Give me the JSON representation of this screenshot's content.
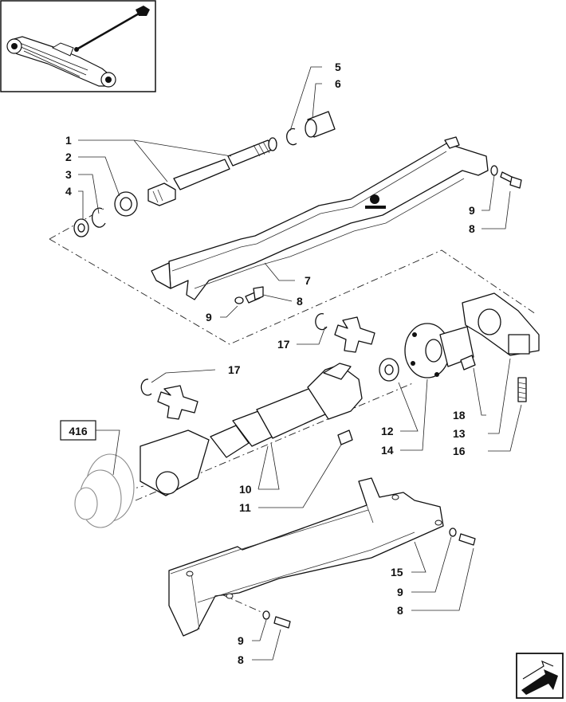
{
  "diagram": {
    "reference_box": "416",
    "labels": {
      "c1": "1",
      "c2": "2",
      "c3": "3",
      "c4": "4",
      "c5": "5",
      "c6": "6",
      "c7": "7",
      "c8a": "8",
      "c9a": "9",
      "c8b": "8",
      "c9b": "9",
      "c17a": "17",
      "c17b": "17",
      "c12": "12",
      "c14": "14",
      "c18": "18",
      "c13": "13",
      "c16": "16",
      "c10": "10",
      "c11": "11",
      "c15": "15",
      "c9c": "9",
      "c8c": "8",
      "c9d": "9",
      "c8d": "8"
    }
  }
}
